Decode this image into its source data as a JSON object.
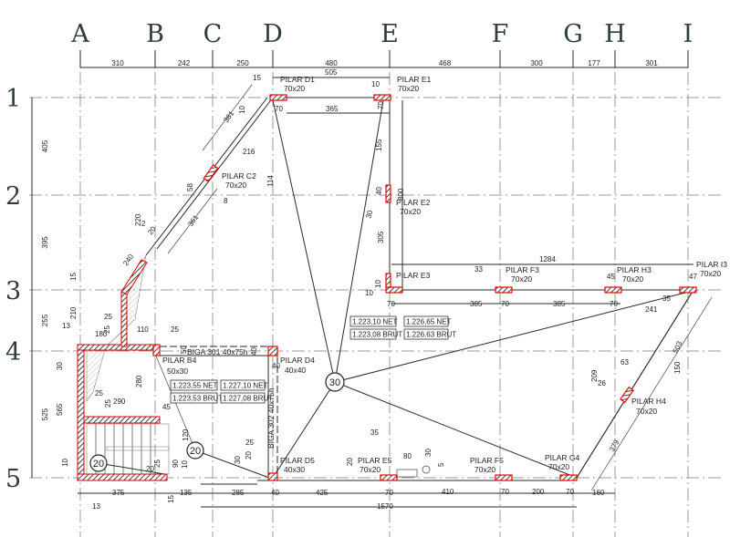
{
  "grid": {
    "columns": [
      "A",
      "B",
      "C",
      "D",
      "E",
      "F",
      "G",
      "H",
      "I"
    ],
    "rows": [
      "1",
      "2",
      "3",
      "4",
      "5"
    ],
    "column_spacings": [
      "310",
      "242",
      "250",
      "480",
      "468",
      "300",
      "177",
      "301"
    ],
    "row_spacings": [
      "405",
      "395",
      "255",
      "525"
    ]
  },
  "pillars": [
    {
      "name": "PILAR D1",
      "size": "70x20"
    },
    {
      "name": "PILAR E1",
      "size": "70x20"
    },
    {
      "name": "PILAR C2",
      "size": "70x20"
    },
    {
      "name": "PILAR E2",
      "size": "70x20"
    },
    {
      "name": "PILAR E3",
      "size": ""
    },
    {
      "name": "PILAR F3",
      "size": "70x20"
    },
    {
      "name": "PILAR H3",
      "size": "70x20"
    },
    {
      "name": "PILAR I3",
      "size": "70x20"
    },
    {
      "name": "PILAR B4",
      "size": "50x30"
    },
    {
      "name": "PILAR D4",
      "size": "40x40"
    },
    {
      "name": "PILAR D5",
      "size": "40x30"
    },
    {
      "name": "PILAR E5",
      "size": "70x20"
    },
    {
      "name": "PILAR F5",
      "size": "70x20"
    },
    {
      "name": "PILAR G4",
      "size": "70x20"
    },
    {
      "name": "PILAR H4",
      "size": "70x20"
    }
  ],
  "beams": [
    "BIGA 301  40x75h",
    "BIGA 302  40x75h"
  ],
  "levels": [
    "1.223,55 NET",
    "1.227,10 NET",
    "1.223,53 BRUT",
    "1.227,08 BRUT",
    "1.223,10 NET",
    "1.226,65 NET",
    "1.223,08 BRUT",
    "1.226,63 BRUT"
  ],
  "slabs": [
    "30",
    "20",
    "20"
  ],
  "dimensions": [
    "505",
    "15",
    "10",
    "70",
    "365",
    "70",
    "381",
    "10",
    "216",
    "114",
    "58",
    "8",
    "361",
    "220",
    "2",
    "20",
    "240",
    "155",
    "40",
    "800",
    "30",
    "305",
    "1284",
    "33",
    "10",
    "10",
    "70",
    "385",
    "70",
    "385",
    "70",
    "45",
    "47",
    "35",
    "241",
    "15",
    "13",
    "210",
    "180",
    "25",
    "25",
    "110",
    "25",
    "30",
    "565",
    "25",
    "25",
    "290",
    "280",
    "45",
    "50",
    "40",
    "40",
    "120",
    "10",
    "20",
    "25",
    "90",
    "10",
    "25",
    "30",
    "20",
    "375",
    "15",
    "135",
    "285",
    "40",
    "425",
    "13",
    "1570",
    "20",
    "35",
    "80",
    "30",
    "5",
    "70",
    "410",
    "70",
    "200",
    "70",
    "160",
    "209",
    "63",
    "26",
    "150",
    "503",
    "379"
  ]
}
